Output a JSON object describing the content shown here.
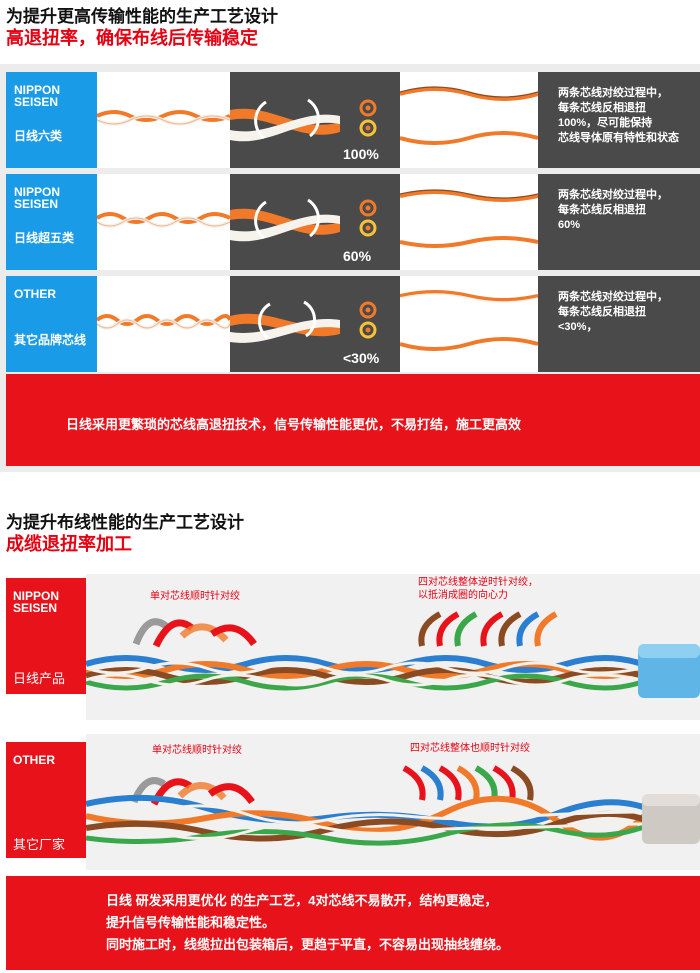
{
  "section1": {
    "title": "为提升更高传输性能的生产工艺设计",
    "subtitle": "高退扭率，确保布线后传输稳定",
    "rows": [
      {
        "brand_line1": "NIPPON",
        "brand_line2": "SEISEN",
        "name": "日线六类",
        "percent": "100%",
        "desc": [
          "两条芯线对绞过程中，",
          "每条芯线反相退扭",
          "100%，尽可能保持",
          "芯线导体原有特性和状态"
        ]
      },
      {
        "brand_line1": "NIPPON",
        "brand_line2": "SEISEN",
        "name": "日线超五类",
        "percent": "60%",
        "desc": [
          "两条芯线对绞过程中，",
          "每条芯线反相退扭",
          "60%"
        ]
      },
      {
        "brand_line1": "OTHER",
        "brand_line2": "",
        "name": "其它品牌芯线",
        "percent": "<30%",
        "desc": [
          "两条芯线对绞过程中，",
          "每条芯线反相退扭",
          "<30%，"
        ]
      }
    ],
    "band_text": "日线采用更繁琐的芯线高退扭技术，信号传输性能更优，不易打结，施工更高效"
  },
  "section2": {
    "title": "为提升布线性能的生产工艺设计",
    "subtitle": "成缆退扭率加工",
    "products": [
      {
        "brand_line1": "NIPPON",
        "brand_line2": "SEISEN",
        "name": "日线产品",
        "ann_left": "单对芯线顺时针对绞",
        "ann_right_1": "四对芯线整体逆时针对绞，",
        "ann_right_2": "以抵消成圈的向心力"
      },
      {
        "brand_line1": "OTHER",
        "brand_line2": "",
        "name": "其它厂家",
        "ann_left": "单对芯线顺时针对绞",
        "ann_right_1": "四对芯线整体也顺时针对绞",
        "ann_right_2": ""
      }
    ],
    "band_lines": [
      "日线 研发采用更优化 的生产工艺，4对芯线不易散开，结构更稳定，",
      "提升信号传输性能和稳定性。",
      "同时施工时，线缆拉出包装箱后，更趋于平直，不容易出现抽线缠绕。"
    ]
  },
  "colors": {
    "red": "#e8121a",
    "blue": "#1a9be8",
    "dark": "#4a4a4a",
    "wire_orange": "#f07a2a",
    "wire_blue": "#2a7fd0",
    "wire_brown": "#8a4a22",
    "wire_green": "#3aa84a",
    "cable_blue": "#5fb6e6",
    "cable_grey": "#cfc9c3"
  }
}
